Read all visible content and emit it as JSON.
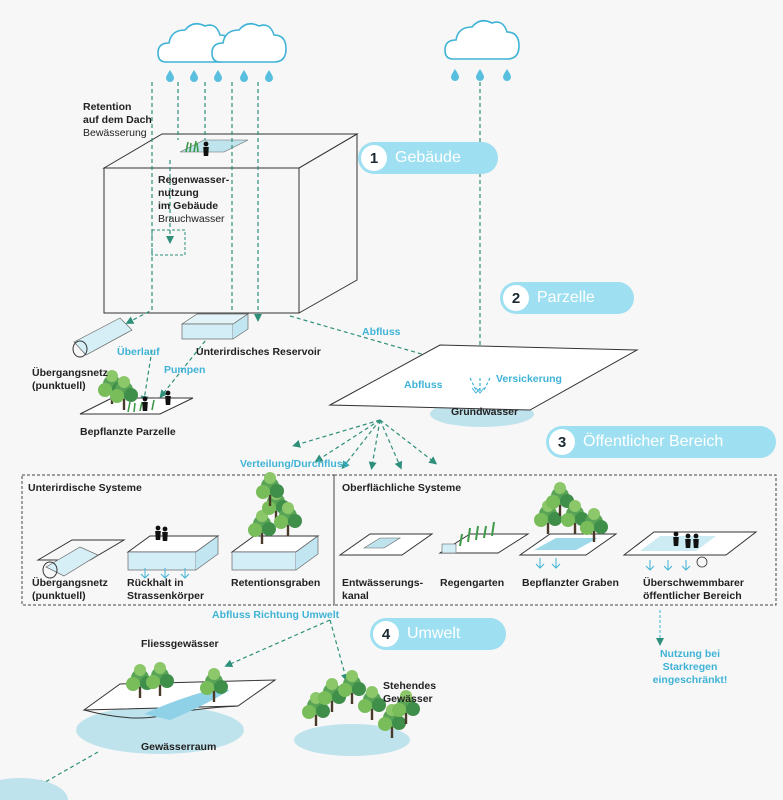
{
  "stages": [
    {
      "num": "1",
      "label": "Gebäude"
    },
    {
      "num": "2",
      "label": "Parzelle"
    },
    {
      "num": "3",
      "label": "Öffentlicher Bereich"
    },
    {
      "num": "4",
      "label": "Umwelt"
    }
  ],
  "building": {
    "roof_title_1": "Retention",
    "roof_title_2": "auf dem Dach",
    "roof_sub": "Bewässerung",
    "use_title_1": "Regenwasser-",
    "use_title_2": "nutzung",
    "use_title_3": "im Gebäude",
    "use_sub": "Brauchwasser",
    "reservoir": "Unterirdisches Reservoir",
    "overflow": "Überlauf",
    "pump": "Pumpen",
    "network_1": "Übergangsnetz",
    "network_2": "(punktuell)",
    "planted": "Bepflanzte Parzelle"
  },
  "parcel": {
    "runoff_1": "Abfluss",
    "runoff_2": "Abfluss",
    "infiltration": "Versickerung",
    "groundwater": "Grundwasser"
  },
  "public": {
    "distribution": "Verteilung/Durchfluss",
    "underground_title": "Unterirdische Systeme",
    "surface_title": "Oberflächliche Systeme",
    "items": [
      {
        "l1": "Übergangsnetz",
        "l2": "(punktuell)"
      },
      {
        "l1": "Rückhalt in",
        "l2": "Strassenkörper"
      },
      {
        "l1": "Retentionsgraben",
        "l2": ""
      },
      {
        "l1": "Entwässerungs-",
        "l2": "kanal"
      },
      {
        "l1": "Regengarten",
        "l2": ""
      },
      {
        "l1": "Bepflanzter Graben",
        "l2": ""
      },
      {
        "l1": "Überschwemmbarer",
        "l2": "öffentlicher Bereich"
      }
    ],
    "toward_env": "Abfluss Richtung Umwelt",
    "note_1": "Nutzung bei",
    "note_2": "Starkregen",
    "note_3": "eingeschränkt!"
  },
  "environment": {
    "river": "Fliessgewässer",
    "river_space": "Gewässerraum",
    "lake_1": "Stehendes",
    "lake_2": "Gewässer"
  }
}
